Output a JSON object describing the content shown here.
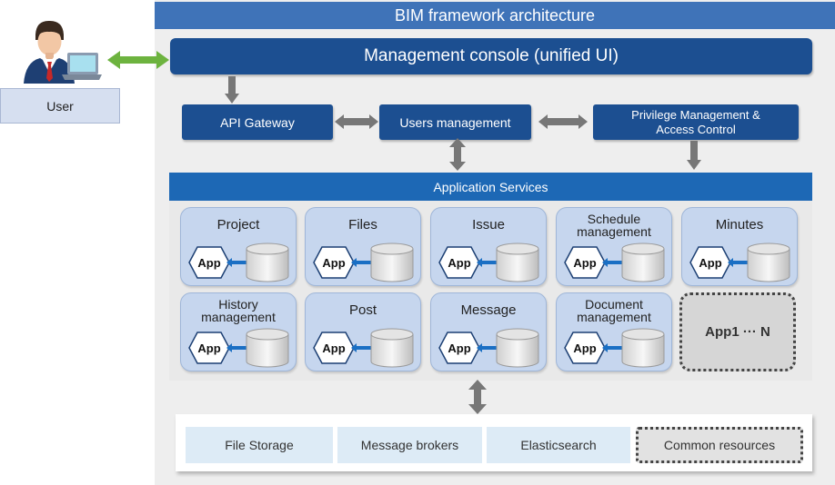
{
  "title": "BIM framework architecture",
  "user": {
    "label": "User"
  },
  "console": {
    "label": "Management console (unified UI)"
  },
  "gateway": {
    "label": "API Gateway"
  },
  "users_mgmt": {
    "label": "Users management"
  },
  "privilege": {
    "line1": "Privilege Management &",
    "line2": "Access Control"
  },
  "app_services": {
    "label": "Application Services"
  },
  "app_tag": "App",
  "services": [
    {
      "line1": "Project"
    },
    {
      "line1": "Files"
    },
    {
      "line1": "Issue"
    },
    {
      "line1": "Schedule",
      "line2": "management"
    },
    {
      "line1": "Minutes"
    },
    {
      "line1": "History",
      "line2": "management"
    },
    {
      "line1": "Post"
    },
    {
      "line1": "Message"
    },
    {
      "line1": "Document",
      "line2": "management"
    }
  ],
  "app_n": "App1 ··· N",
  "resources": [
    "File Storage",
    "Message brokers",
    "Elasticsearch",
    "Common resources"
  ],
  "colors": {
    "primary_blue": "#1c4f91",
    "title_blue": "#3f73b8",
    "link_arrow": "#1a6fc4",
    "user_arrow": "#6db33f",
    "connector_gray": "#777777"
  }
}
